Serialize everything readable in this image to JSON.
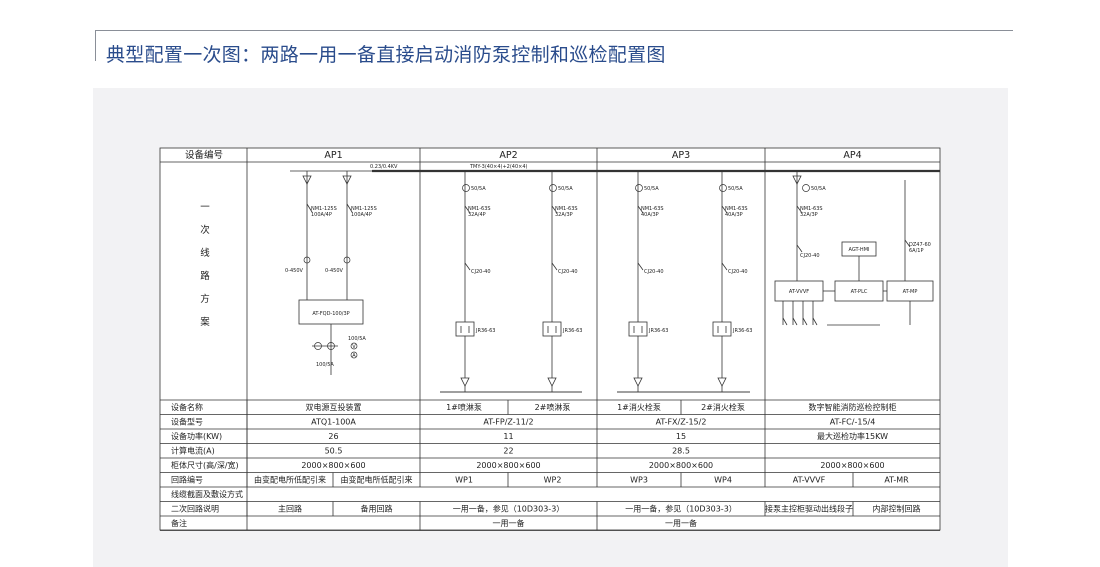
{
  "title": "典型配置一次图：两路一用一备直接启动消防泵控制和巡检配置图",
  "header_label": "设备编号",
  "panels": [
    "AP1",
    "AP2",
    "AP3",
    "AP4"
  ],
  "scheme_label": [
    "一",
    "次",
    "线",
    "路",
    "方",
    "案"
  ],
  "busbar": {
    "ap1": "0.23/0.4KV",
    "main": "TMY-3(40×4)+2(40×4)"
  },
  "ap1": {
    "breaker": "NM1-125S\n100A/4P",
    "voltmeter": "0-450V",
    "ats": "AT-FQD-100/3P",
    "ct_a": "100/5A",
    "ct_b": "100/5A",
    "meter_v": "V",
    "meter_a": "A"
  },
  "circuits": [
    {
      "ct": "50/5A",
      "breaker": "NM1-63S\n32A/4P",
      "contactor": "CJ20-40",
      "relay": "JR36-63"
    },
    {
      "ct": "50/5A",
      "breaker": "NM1-63S\n32A/3P",
      "contactor": "CJ20-40",
      "relay": "JR36-63"
    },
    {
      "ct": "50/5A",
      "breaker": "NM1-63S\n40A/3P",
      "contactor": "CJ20-40",
      "relay": "JR36-63"
    },
    {
      "ct": "50/5A",
      "breaker": "NM1-63S\n40A/3P",
      "contactor": "CJ20-40",
      "relay": "JR36-63"
    }
  ],
  "ap4": {
    "ct": "50/5A",
    "breaker": "NM1-63S\n32A/3P",
    "contactor": "CJ20-40",
    "hmi": "AGT-HMI",
    "dz": "DZ47-60\n6A/1P",
    "vvvf": "AT-VVVF",
    "plc": "AT-PLC",
    "mp": "AT-MP"
  },
  "table": [
    {
      "label": "设备名称",
      "cells": [
        "双电源互投装置",
        "1#喷淋泵",
        "2#喷淋泵",
        "1#消火栓泵",
        "2#消火栓泵",
        "数字智能消防巡检控制柜"
      ]
    },
    {
      "label": "设备型号",
      "cells": [
        "ATQ1-100A",
        "AT-FP/Z-11/2",
        "AT-FX/Z-15/2",
        "AT-FC/-15/4"
      ]
    },
    {
      "label": "设备功率(KW)",
      "cells": [
        "26",
        "11",
        "15",
        "最大巡检功率15KW"
      ]
    },
    {
      "label": "计算电流(A)",
      "cells": [
        "50.5",
        "22",
        "28.5",
        ""
      ]
    },
    {
      "label": "柜体尺寸(高/深/宽)",
      "cells": [
        "2000×800×600",
        "2000×800×600",
        "2000×800×600",
        "2000×800×600"
      ]
    },
    {
      "label": "回路编号",
      "cells": [
        "由变配电所低配引来",
        "由变配电所低配引来",
        "WP1",
        "WP2",
        "WP3",
        "WP4",
        "AT-VVVF",
        "AT-MR"
      ]
    },
    {
      "label": "线缆截面及敷设方式",
      "cells": []
    },
    {
      "label": "二次回路说明",
      "cells": [
        "主回路",
        "备用回路",
        "一用一备，参见（10D303-3）",
        "一用一备，参见（10D303-3）",
        "接泵主控柜驱动出线段子",
        "内部控制回路"
      ]
    },
    {
      "label": "备注",
      "cells": [
        "一用一备",
        "一用一备"
      ]
    }
  ]
}
